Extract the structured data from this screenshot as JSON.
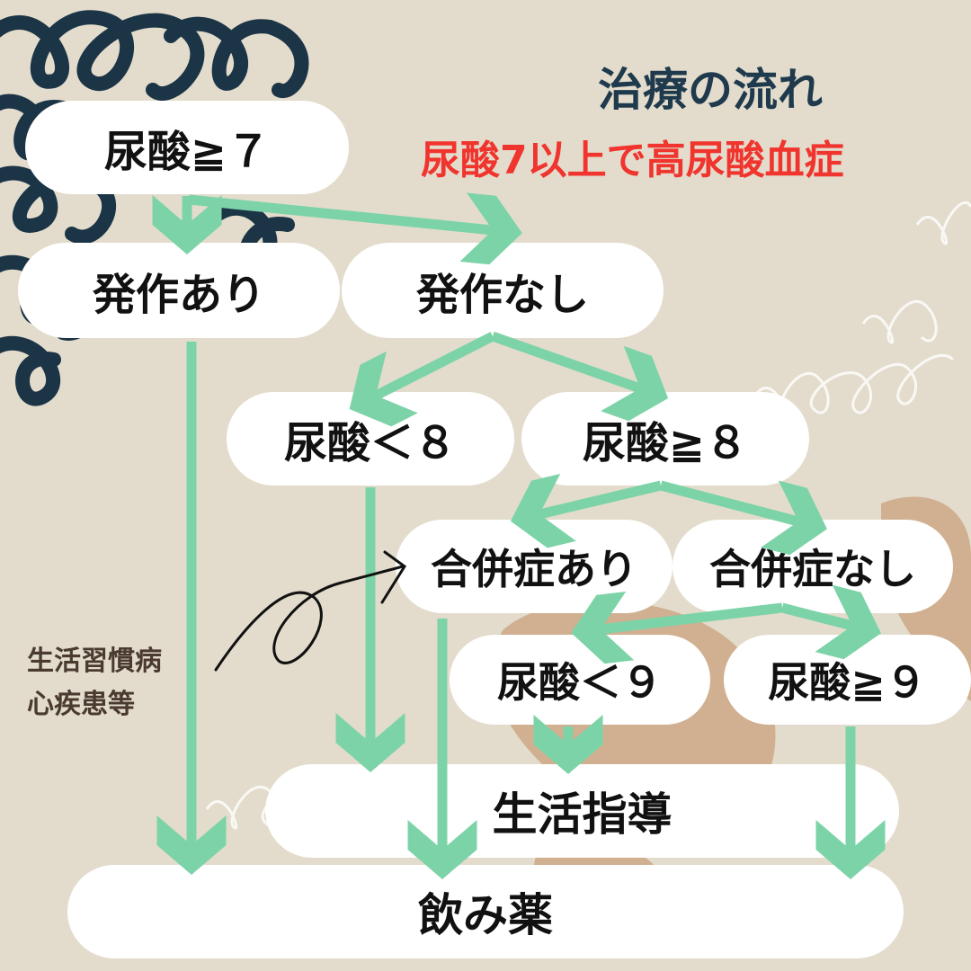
{
  "title": "治療の流れ",
  "subtitle": "尿酸7以上で高尿酸血症",
  "note": {
    "line1": "生活習慣病",
    "line2": "心疾患等"
  },
  "nodes": {
    "ua_ge7": "尿酸≧７",
    "attack_yes": "発作あり",
    "attack_no": "発作なし",
    "ua_lt8": "尿酸＜８",
    "ua_ge8": "尿酸≧８",
    "comp_yes": "合併症あり",
    "comp_no": "合併症なし",
    "ua_lt9": "尿酸＜９",
    "ua_ge9": "尿酸≧９",
    "lifestyle": "生活指導",
    "medicine": "飲み薬"
  },
  "colors": {
    "arrow": "#7dd3a8",
    "title": "#1f3a4d",
    "subtitle": "#f0342e",
    "doodle": "#1b3446"
  }
}
